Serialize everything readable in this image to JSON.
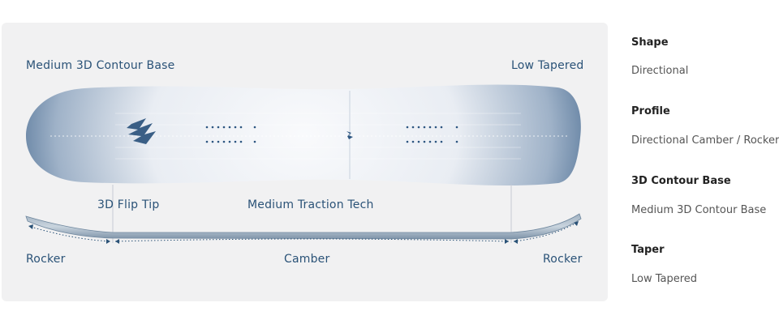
{
  "board": {
    "labels": {
      "base": "Medium 3D Contour Base",
      "taper": "Low Tapered",
      "flip_tip": "3D Flip Tip",
      "traction": "Medium Traction Tech",
      "rocker_left": "Rocker",
      "camber": "Camber",
      "rocker_right": "Rocker"
    }
  },
  "specs": [
    {
      "title": "Shape",
      "value": "Directional"
    },
    {
      "title": "Profile",
      "value": "Directional Camber / Rocker"
    },
    {
      "title": "3D Contour Base",
      "value": "Medium 3D Contour Base"
    },
    {
      "title": "Taper",
      "value": "Low Tapered"
    }
  ],
  "colors": {
    "board_edge": "#234e78",
    "board_center": "#f7f8fb",
    "label_text": "#2a5277",
    "panel_bg": "#f1f1f2"
  }
}
